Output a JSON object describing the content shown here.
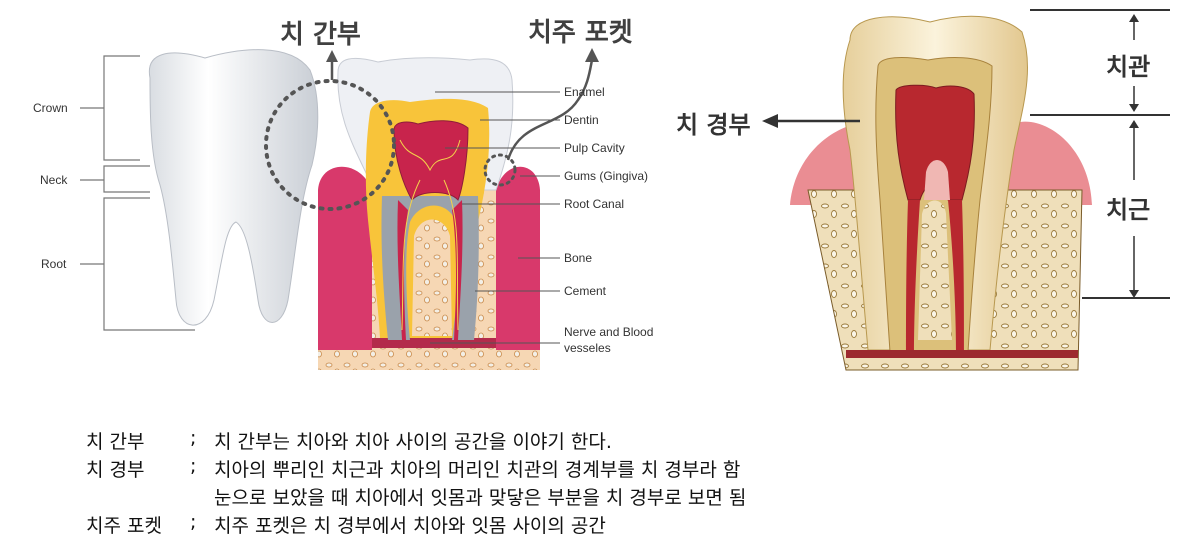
{
  "left_diagram": {
    "callouts": {
      "interdental": "치 간부",
      "periodontal_pocket": "치주 포켓"
    },
    "section_labels": {
      "crown": "Crown",
      "neck": "Neck",
      "root": "Root"
    },
    "parts": [
      {
        "label": "Enamel"
      },
      {
        "label": "Dentin"
      },
      {
        "label": "Pulp Cavity"
      },
      {
        "label": "Gums (Gingiva)"
      },
      {
        "label": "Root Canal"
      },
      {
        "label": "Bone"
      },
      {
        "label": "Cement"
      },
      {
        "label": "Nerve and Blood"
      },
      {
        "label": "vesseles"
      }
    ]
  },
  "right_diagram": {
    "crown": "치관",
    "cervical": "치 경부",
    "root": "치근"
  },
  "definitions": [
    {
      "term": "치 간부",
      "sep": ";",
      "lines": [
        "치 간부는 치아와 치아 사이의 공간을 이야기 한다."
      ]
    },
    {
      "term": "치 경부",
      "sep": ";",
      "lines": [
        "치아의 뿌리인 치근과 치아의 머리인 치관의 경계부를 치 경부라 함",
        "눈으로 보았을 때 치아에서 잇몸과 맞닿은 부분을 치 경부로 보면 됨"
      ]
    },
    {
      "term": "치주 포켓",
      "sep": ";",
      "lines": [
        "치주 포켓은 치 경부에서 치아와 잇몸 사이의 공간"
      ]
    }
  ]
}
